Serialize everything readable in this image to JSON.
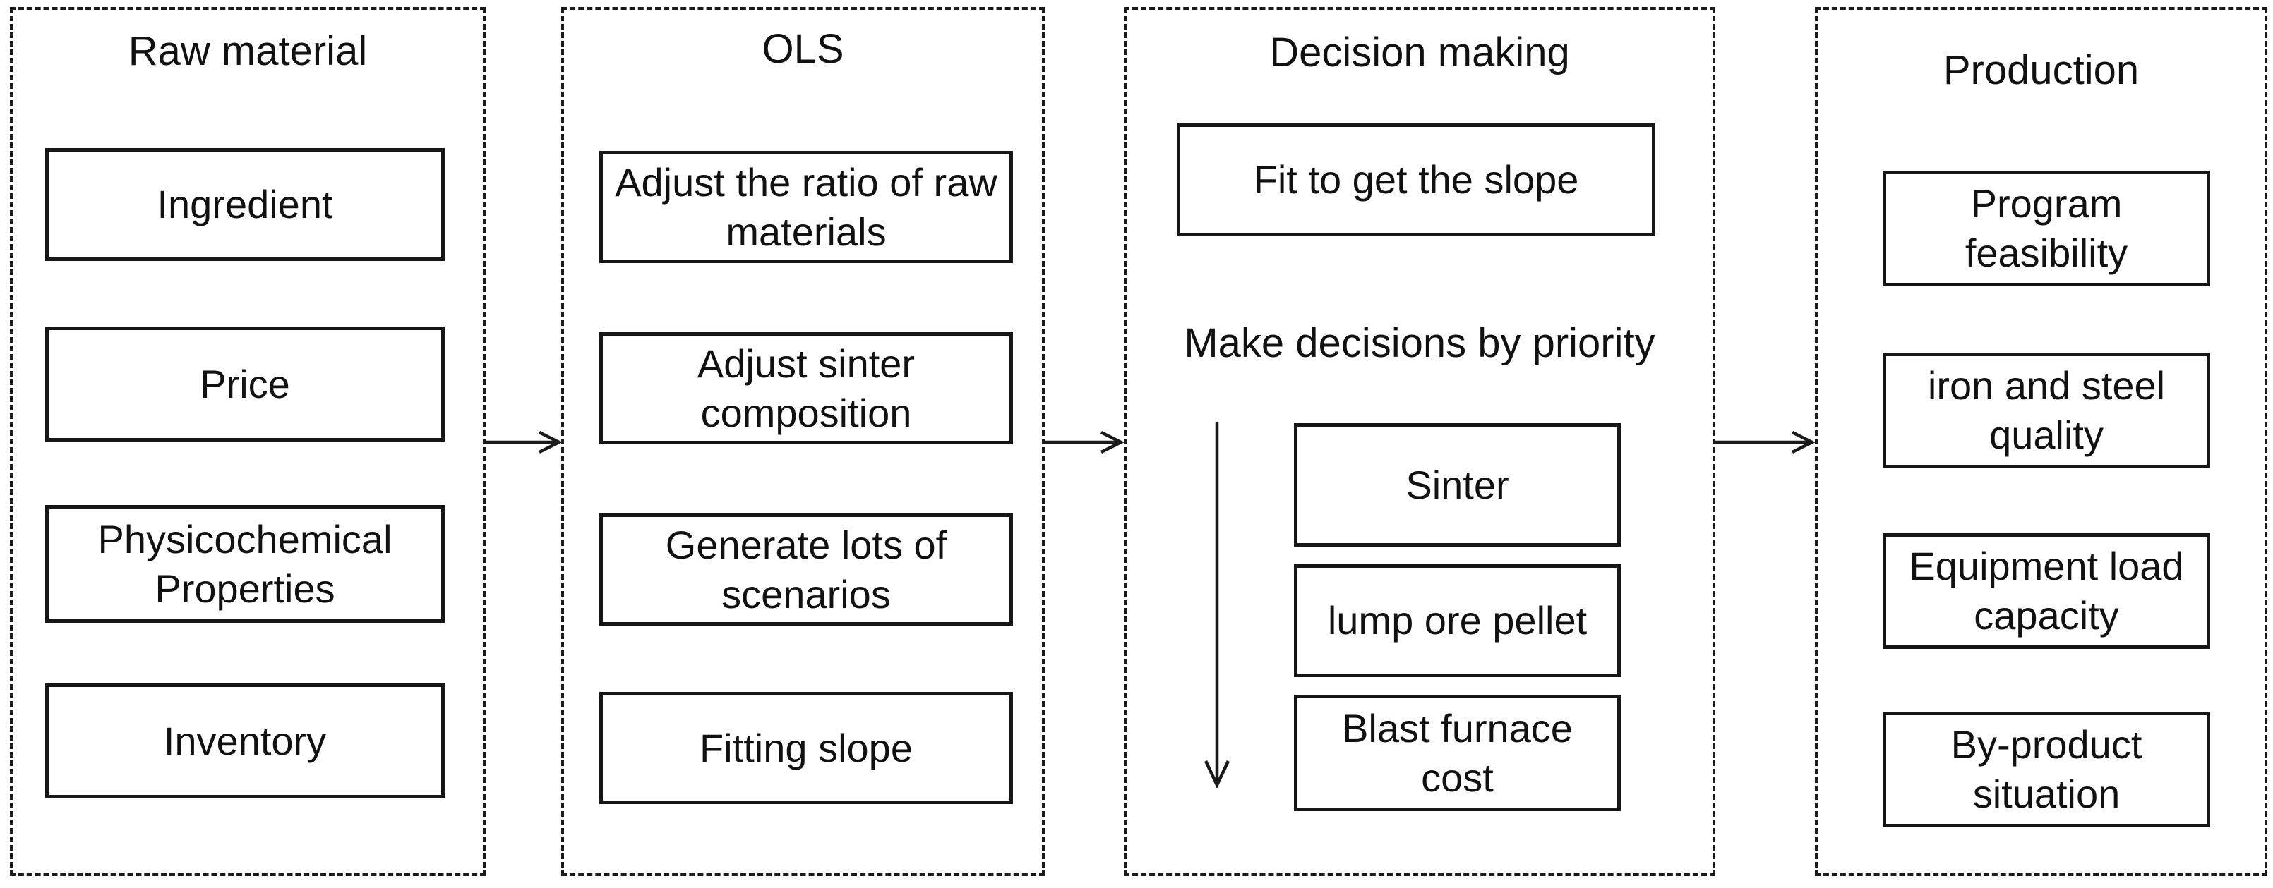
{
  "diagram": {
    "background": "#ffffff",
    "line_color": "#1a1a1a",
    "columns": {
      "raw_material": {
        "title": "Raw material",
        "boxes": [
          "Ingredient",
          "Price",
          "Physicochemical Properties",
          "Inventory"
        ]
      },
      "ols": {
        "title": "OLS",
        "boxes": [
          "Adjust the ratio of raw materials",
          "Adjust sinter composition",
          "Generate lots of scenarios",
          "Fitting slope"
        ]
      },
      "decision_making": {
        "title": "Decision making",
        "slope_box": "Fit to get the slope",
        "priority_label": "Make decisions by priority",
        "priority_boxes": [
          "Sinter",
          "lump ore pellet",
          "Blast furnace cost"
        ]
      },
      "production": {
        "title": "Production",
        "boxes": [
          "Program feasibility",
          "iron and steel quality",
          "Equipment load capacity",
          "By-product situation"
        ]
      }
    }
  }
}
